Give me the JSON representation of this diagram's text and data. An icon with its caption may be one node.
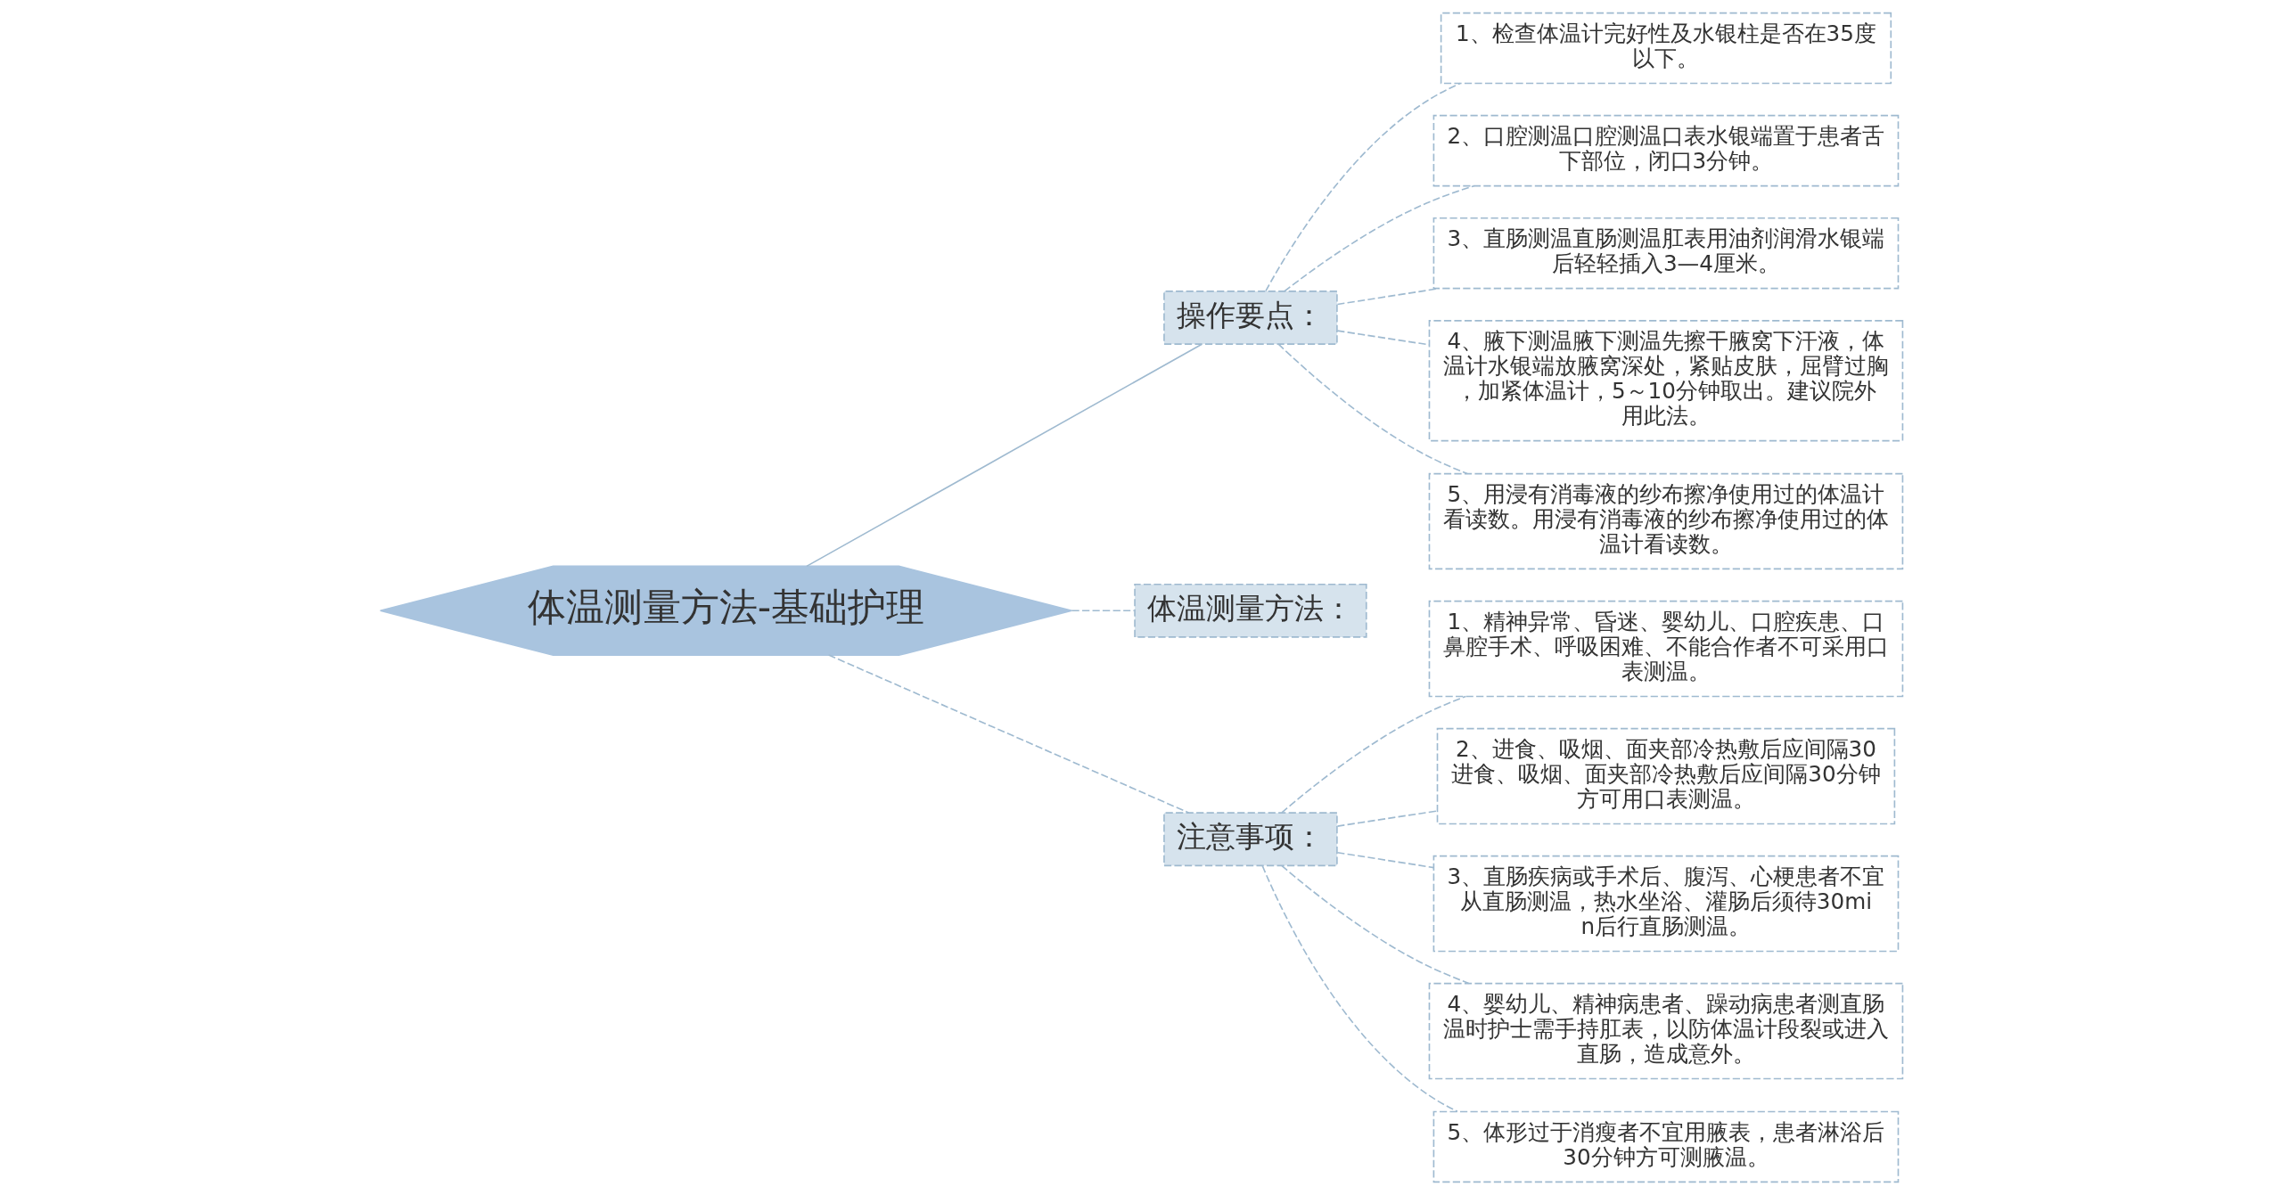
{
  "diagram": {
    "nodes": [
      {
        "text": [
          "体温测量方法-基础护理"
        ]
      },
      {
        "text": [
          "操作要点："
        ]
      },
      {
        "text": [
          "1、检查体温计完好性及水银柱是否在35度以下。"
        ]
      },
      {
        "text": [
          "2、口腔测温口腔测温口表水银端置于患者舌下部位，闭口3分钟。"
        ]
      },
      {
        "text": [
          "3、直肠测温直肠测温肛表用油剂润滑水银端后轻轻插入3—4厘米。"
        ]
      },
      {
        "text": [
          "4、腋下测温腋下测温先擦干腋窝下汗液，体温计水银端放腋窝深处，紧贴皮肤，屈臂过胸，加紧体温计，5～10分钟取出。建议院外用此法。"
        ]
      },
      {
        "text": [
          "5、用浸有消毒液的纱布擦净使用过的体温计看读数。用浸有消毒液的纱布擦净使用过的体温计看读数。"
        ]
      },
      {
        "text": [
          "体温测量方法："
        ]
      },
      {
        "text": [
          "注意事项："
        ]
      },
      {
        "text": [
          "1、精神异常、昏迷、婴幼儿、口腔疾患、口鼻腔手术、呼吸困难、不能合作者不可采用口表测温。"
        ]
      },
      {
        "text": [
          "2、进食、吸烟、面夹部冷热敷后应间隔30进食、吸烟、面夹部冷热敷后应间隔30分钟方可用口表测温。"
        ]
      },
      {
        "text": [
          "3、直肠疾病或手术后、腹泻、心梗患者不宜从直肠测温，热水坐浴、灌肠后须待30min后行直肠测温。"
        ]
      },
      {
        "text": [
          "4、婴幼儿、精神病患者、躁动病患者测直肠温时护士需手持肛表，以防体温计段裂或进入直肠，造成意外。"
        ]
      },
      {
        "text": [
          "5、体形过于消瘦者不宜用腋表，患者淋浴后30分钟方可测腋温。"
        ]
      }
    ],
    "edges": [
      {
        "from": 0,
        "to": 1,
        "arrow": "none"
      },
      {
        "from": 1,
        "to": 2,
        "arrow": "none",
        "style": "dashed"
      },
      {
        "from": 1,
        "to": 3,
        "arrow": "none",
        "style": "dashed"
      },
      {
        "from": 1,
        "to": 4,
        "arrow": "none",
        "style": "dashed"
      },
      {
        "from": 1,
        "to": 5,
        "arrow": "none",
        "style": "dashed"
      },
      {
        "from": 1,
        "to": 6,
        "arrow": "none",
        "style": "dashed"
      },
      {
        "from": 0,
        "to": 7,
        "arrow": "none",
        "style": "dashed"
      },
      {
        "from": 0,
        "to": 8,
        "arrow": "none",
        "style": "dashed"
      },
      {
        "from": 8,
        "to": 9,
        "arrow": "none",
        "style": "dashed"
      },
      {
        "from": 8,
        "to": 10,
        "arrow": "none",
        "style": "dashed"
      },
      {
        "from": 8,
        "to": 11,
        "arrow": "none",
        "style": "dashed"
      },
      {
        "from": 8,
        "to": 12,
        "arrow": "none",
        "style": "dashed"
      },
      {
        "from": 8,
        "to": 13,
        "arrow": "none",
        "style": "dashed"
      }
    ]
  }
}
